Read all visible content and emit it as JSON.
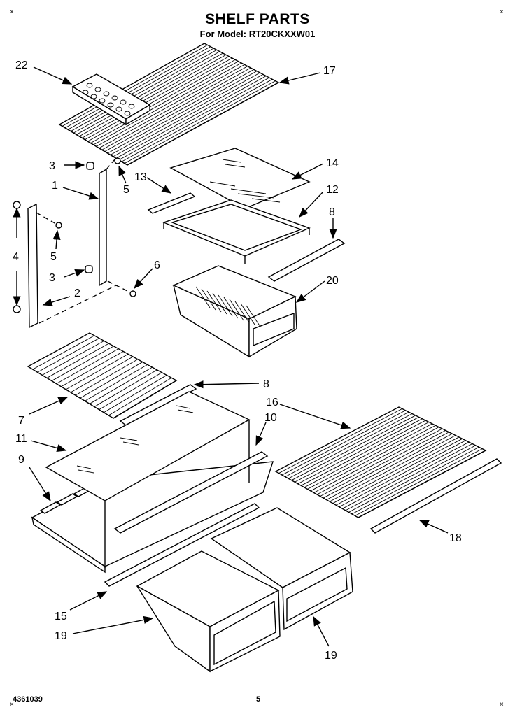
{
  "title": "SHELF PARTS",
  "subtitle": "For Model: RT20CKXXW01",
  "footer": {
    "part_number": "4361039",
    "page": "5"
  },
  "callouts": [
    "22",
    "17",
    "3",
    "14",
    "13",
    "12",
    "1",
    "5",
    "4",
    "5",
    "8",
    "3",
    "6",
    "2",
    "20",
    "8",
    "7",
    "16",
    "11",
    "10",
    "9",
    "18",
    "15",
    "19",
    "19"
  ]
}
